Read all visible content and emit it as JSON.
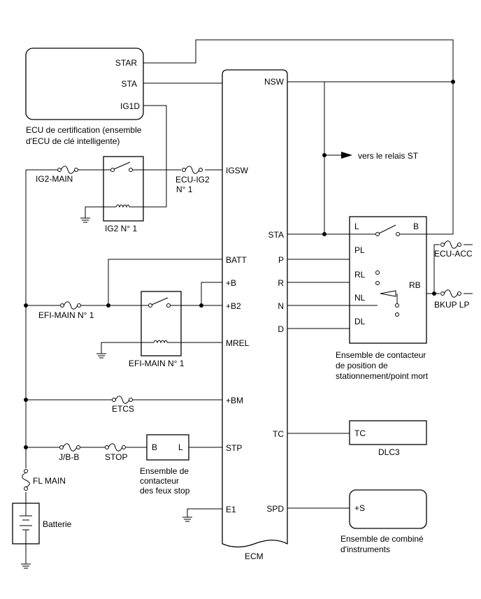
{
  "ecu_cert": {
    "pins": {
      "star": "STAR",
      "sta": "STA",
      "ig1d": "IG1D"
    },
    "caption_line1": "ECU de certification (ensemble",
    "caption_line2": "d'ECU de clé intelligente)"
  },
  "ecm": {
    "label": "ECM",
    "left_pins": {
      "igsw": "IGSW",
      "batt": "BATT",
      "b": "+B",
      "b2": "+B2",
      "mrel": "MREL",
      "bm": "+BM",
      "stp": "STP",
      "e1": "E1"
    },
    "right_pins": {
      "nsw": "NSW",
      "sta": "STA",
      "p": "P",
      "r": "R",
      "n": "N",
      "d": "D",
      "tc": "TC",
      "spd": "SPD"
    }
  },
  "relays": {
    "ig2": "IG2 N° 1",
    "efi_main": "EFI-MAIN N° 1"
  },
  "fuses": {
    "ig2_main": "IG2-MAIN",
    "ecu_ig2_line1": "ECU-IG2",
    "ecu_ig2_line2": "N° 1",
    "efi_main": "EFI-MAIN N° 1",
    "etcs": "ETCS",
    "jb_b": "J/B-B",
    "stop": "STOP",
    "fl_main": "FL MAIN",
    "ecu_acc": "ECU-ACC",
    "bkup_lp": "BKUP LP"
  },
  "st_relay_note": "vers le relais ST",
  "park_switch": {
    "pins": {
      "l": "L",
      "b": "B",
      "pl": "PL",
      "rl": "RL",
      "nl": "NL",
      "dl": "DL",
      "rb": "RB"
    },
    "caption_line1": "Ensemble de contacteur",
    "caption_line2": "de position de",
    "caption_line3": "stationnement/point mort"
  },
  "stop_switch": {
    "pins": {
      "b": "B",
      "l": "L"
    },
    "caption_line1": "Ensemble de",
    "caption_line2": "contacteur",
    "caption_line3": "des feux stop"
  },
  "dlc3": {
    "pin": "TC",
    "label": "DLC3"
  },
  "combination_meter": {
    "pin": "+S",
    "caption_line1": "Ensemble de combiné",
    "caption_line2": "d'instruments"
  },
  "battery": {
    "label": "Batterie"
  }
}
